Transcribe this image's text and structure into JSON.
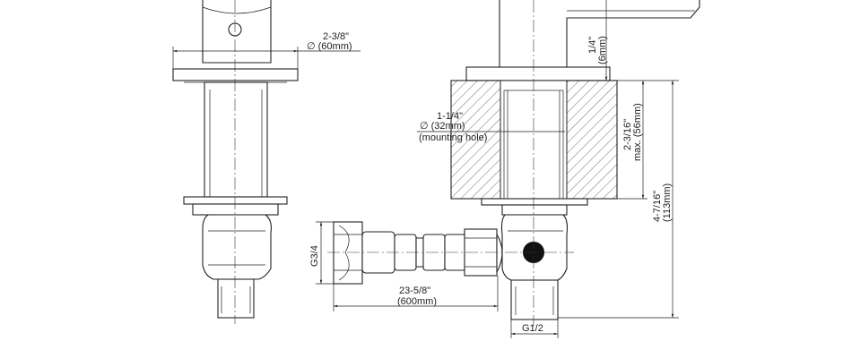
{
  "dimensions": {
    "flange_diameter": {
      "imperial": "2-3/8\"",
      "metric": "∅ (60mm)"
    },
    "mounting_hole": {
      "imperial": "1-1/4\"",
      "metric": "∅ (32mm)",
      "note": "(mounting hole)"
    },
    "flange_height": {
      "imperial": "1/4\"",
      "metric": "(6mm)"
    },
    "max_deck_thickness": {
      "imperial": "2-3/16\"",
      "metric": "max. (56mm)"
    },
    "total_height": {
      "imperial": "4-7/16\"",
      "metric": "(113mm)"
    },
    "hose_length": {
      "imperial": "23-5/8\"",
      "metric": "(600mm)"
    },
    "hose_thread": "G3/4",
    "outlet_thread": "G1/2"
  },
  "colors": {
    "line": "#222222",
    "background": "#ffffff"
  }
}
